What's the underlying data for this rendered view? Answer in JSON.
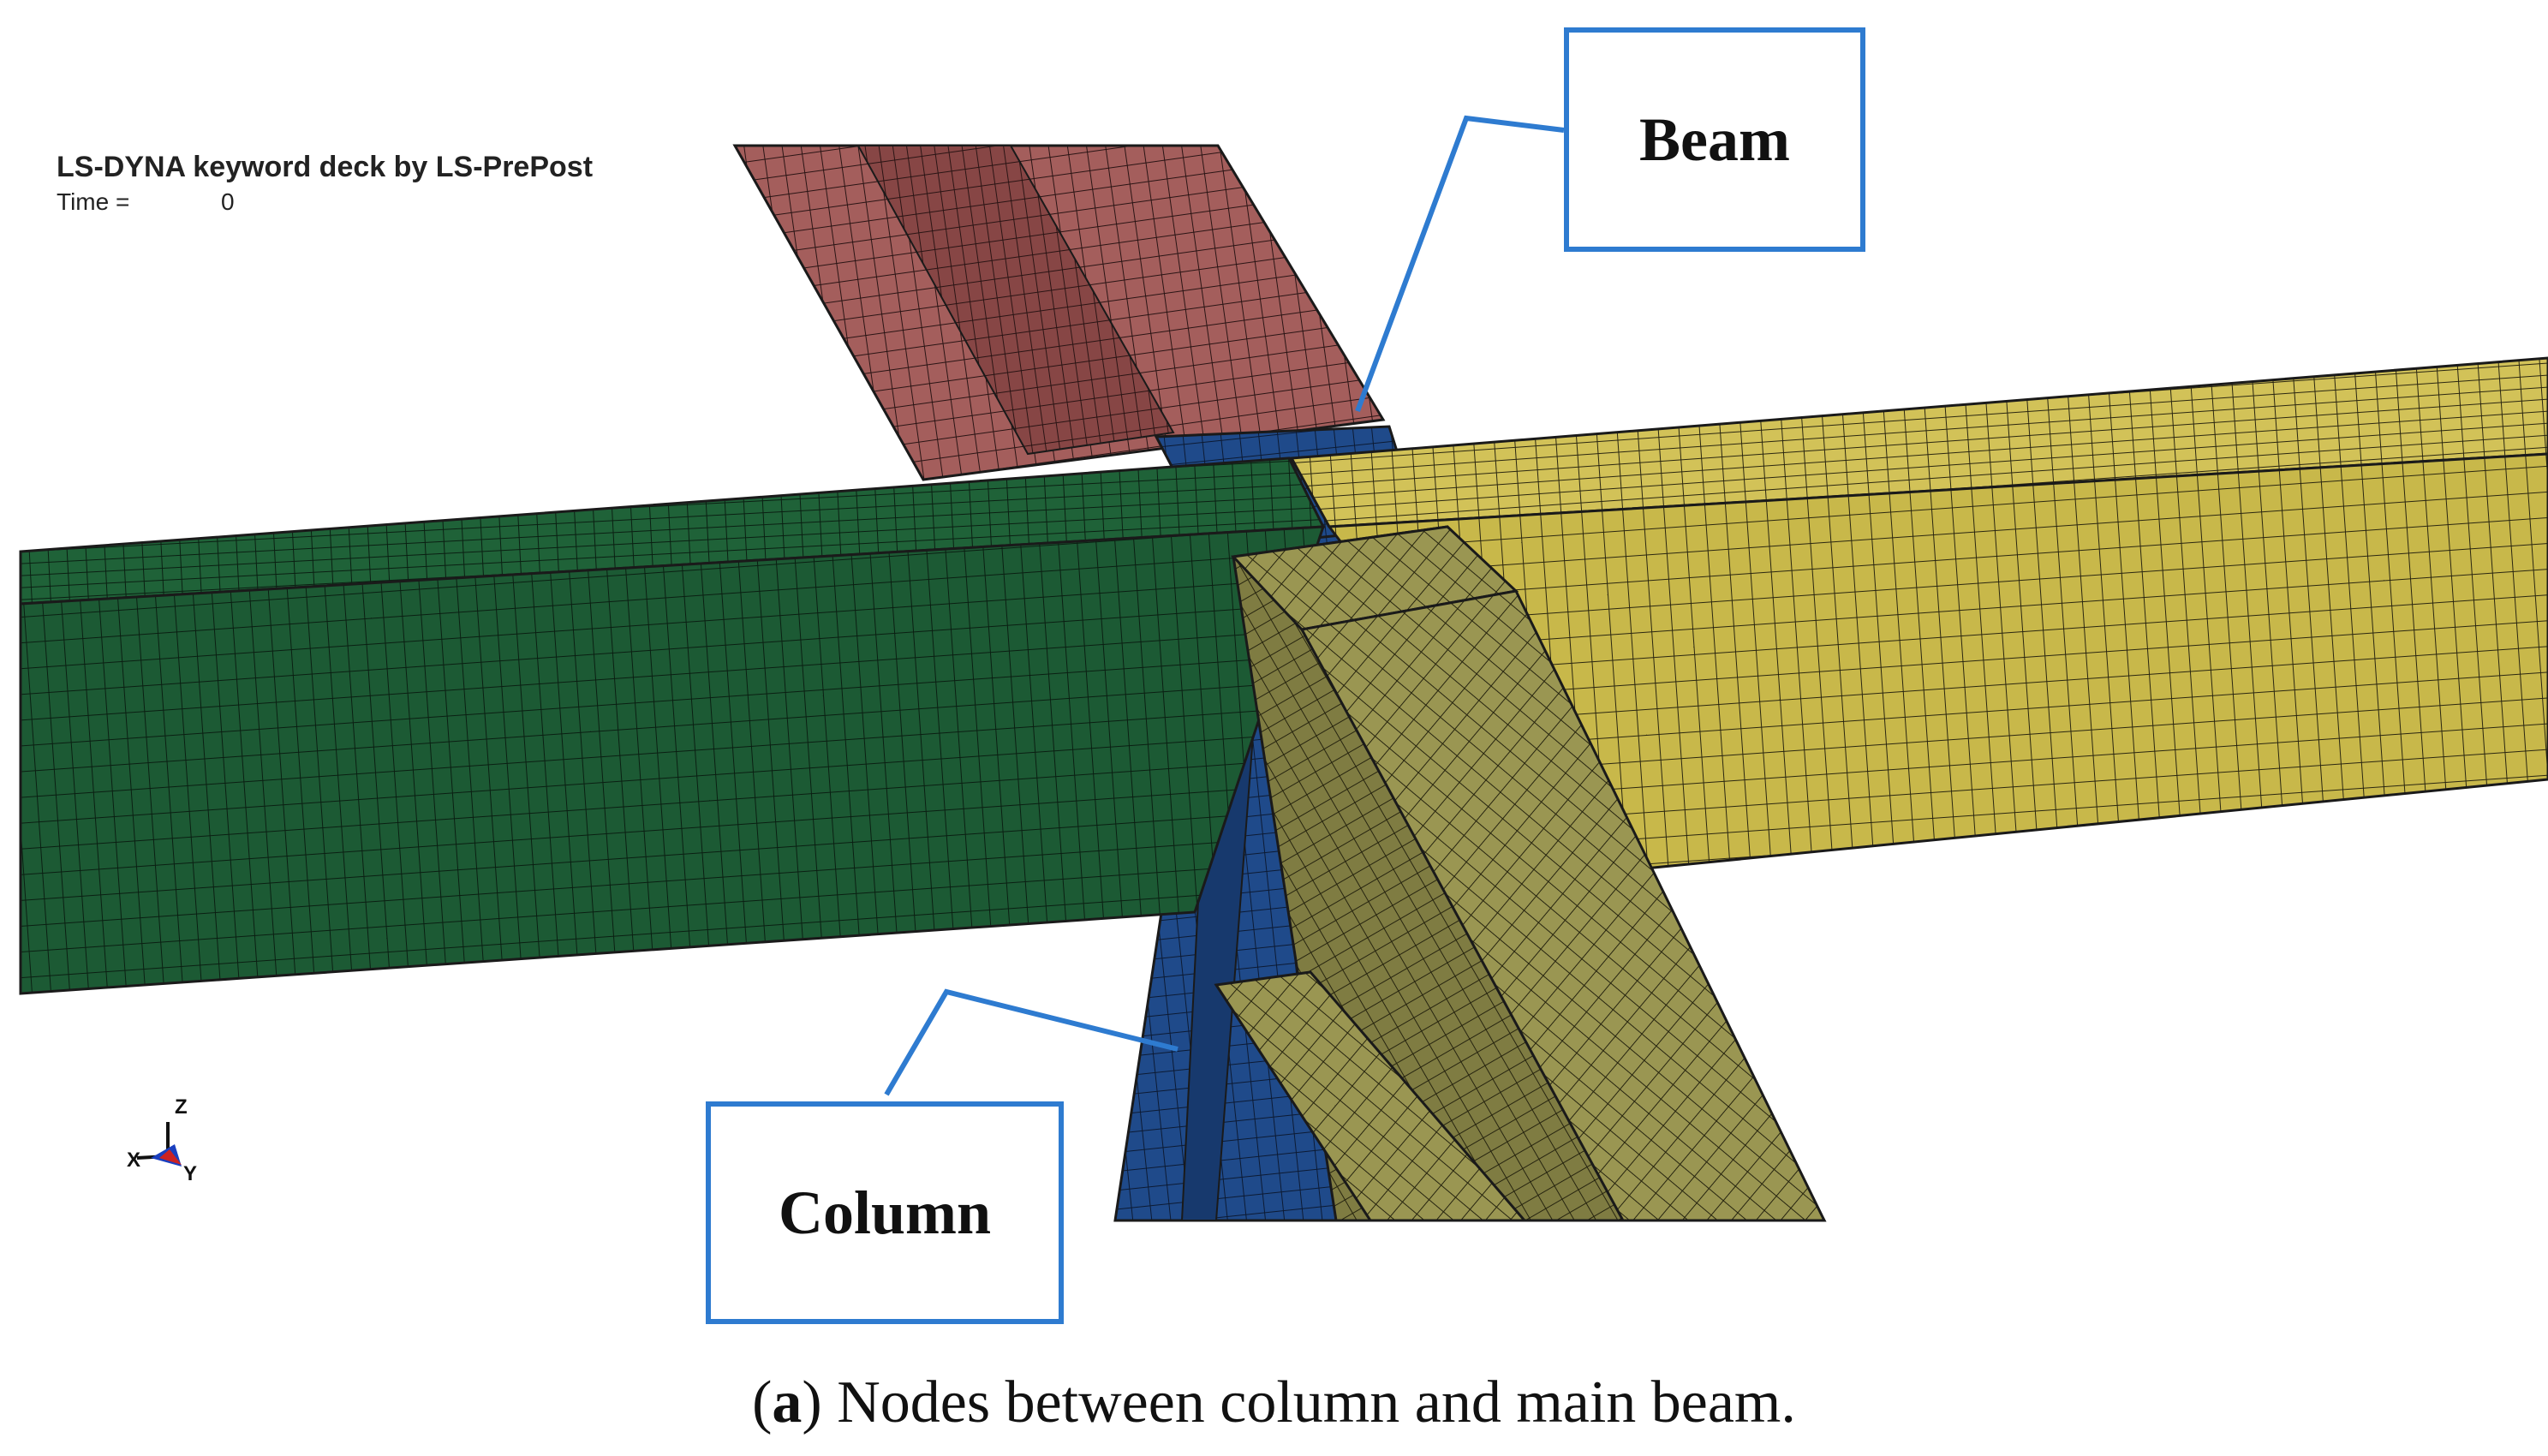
{
  "header": {
    "title": "LS-DYNA keyword deck by LS-PrePost",
    "time_label": "Time =",
    "time_value": "0"
  },
  "callouts": {
    "beam": "Beam",
    "column": "Column"
  },
  "caption": {
    "letter": "a",
    "open": "(",
    "close": ")",
    "text": " Nodes between column and main beam."
  },
  "axes": {
    "x": "X",
    "y": "Y",
    "z": "Z"
  },
  "colors": {
    "beam_red": "#a45e5c",
    "column_blue": "#1f4a8a",
    "main_green": "#1c5a34",
    "main_yellow": "#c8b84a",
    "secondary_olive": "#9a9652",
    "mesh_line": "#1a1a1a",
    "callout_border": "#2e7bd0"
  }
}
